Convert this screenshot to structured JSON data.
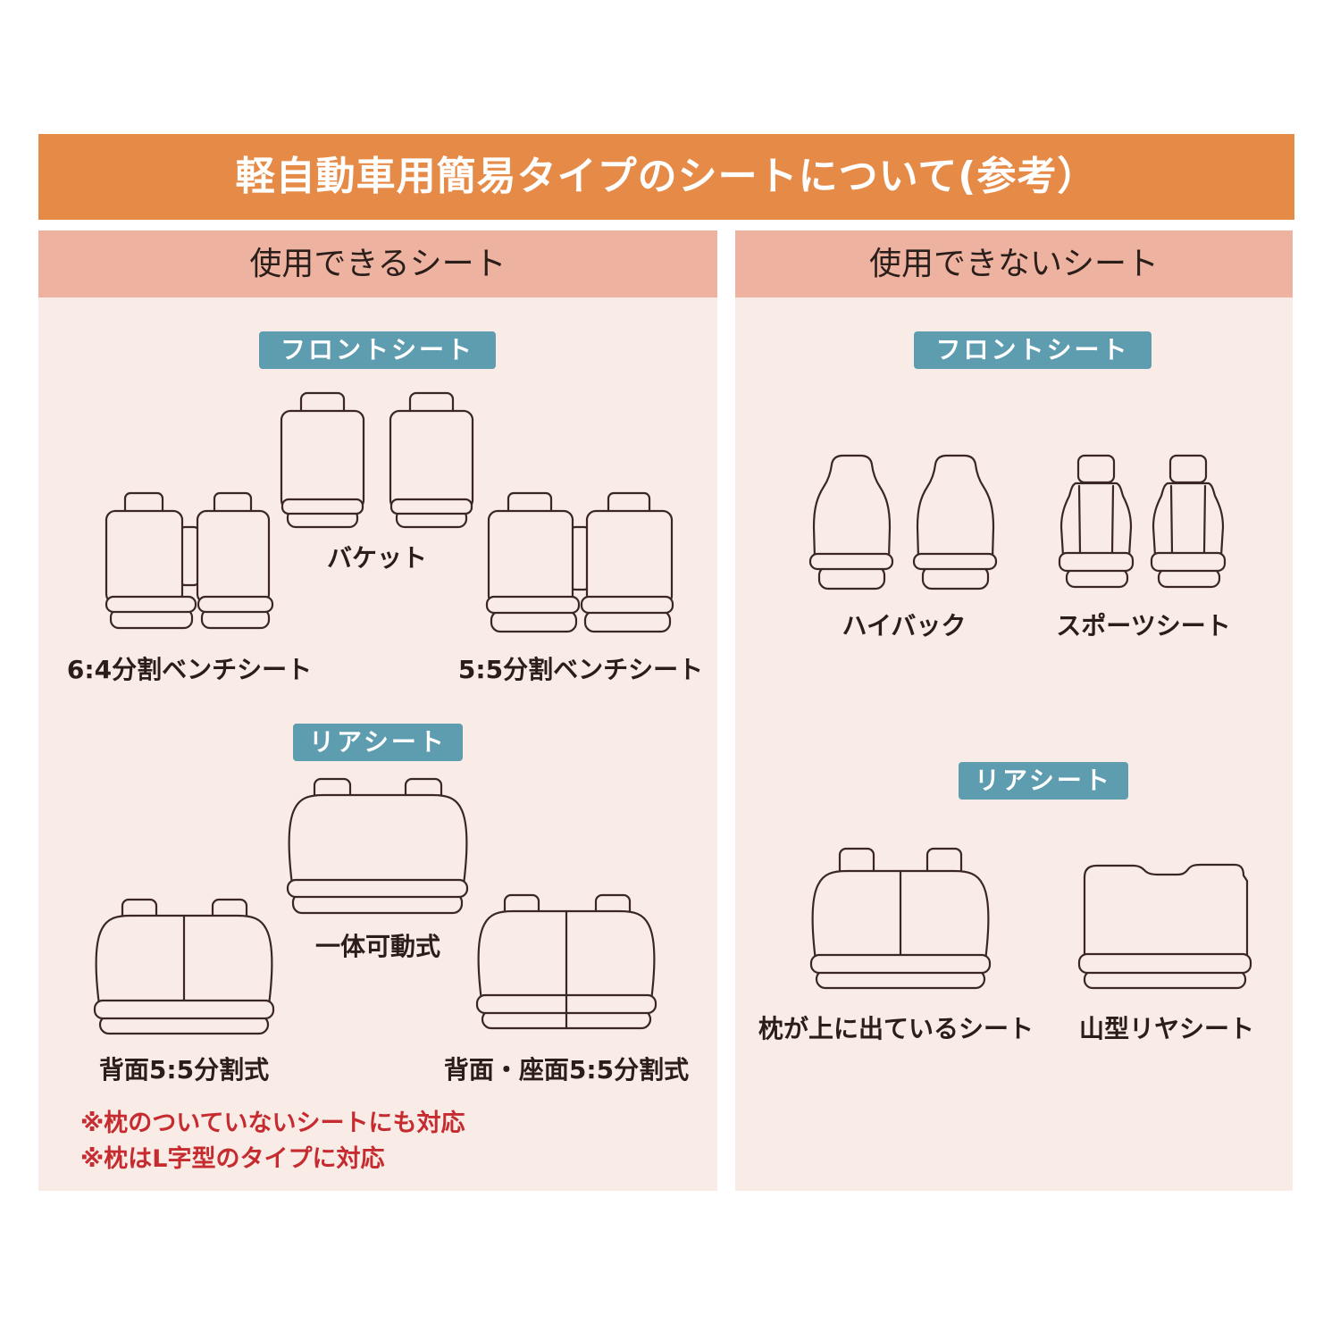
{
  "title": "軽自動車用簡易タイプのシートについて(参考）",
  "usable": {
    "header": "使用できるシート",
    "front": {
      "badge": "フロントシート",
      "items": [
        {
          "label": "バケット",
          "icon": "bucket-seat-icon"
        },
        {
          "label": "6:4分割ベンチシート",
          "icon": "bench-seat-6-4-icon"
        },
        {
          "label": "5:5分割ベンチシート",
          "icon": "bench-seat-5-5-icon"
        }
      ]
    },
    "rear": {
      "badge": "リアシート",
      "items": [
        {
          "label": "一体可動式",
          "icon": "one-piece-rear-seat-icon"
        },
        {
          "label": "背面5:5分割式",
          "icon": "split-back-rear-seat-icon"
        },
        {
          "label": "背面・座面5:5分割式",
          "icon": "split-back-and-cushion-rear-seat-icon"
        }
      ]
    },
    "notes": [
      "※枕のついていないシートにも対応",
      "※枕はL字型のタイプに対応"
    ]
  },
  "unusable": {
    "header": "使用できないシート",
    "front": {
      "badge": "フロントシート",
      "items": [
        {
          "label": "ハイバック",
          "icon": "high-back-seat-icon"
        },
        {
          "label": "スポーツシート",
          "icon": "sports-seat-icon"
        }
      ]
    },
    "rear": {
      "badge": "リアシート",
      "items": [
        {
          "label": "枕が上に出ているシート",
          "icon": "raised-headrest-rear-seat-icon"
        },
        {
          "label": "山型リヤシート",
          "icon": "mountain-shaped-rear-seat-icon"
        }
      ]
    }
  },
  "colors": {
    "title_banner": "#E68A47",
    "panel_header": "#EEB2A0",
    "panel_background": "#F9EBE6",
    "badge": "#5E9DB0",
    "text": "#2A1E1A",
    "note_text": "#C52B2F",
    "line_art": "#3A2623"
  }
}
